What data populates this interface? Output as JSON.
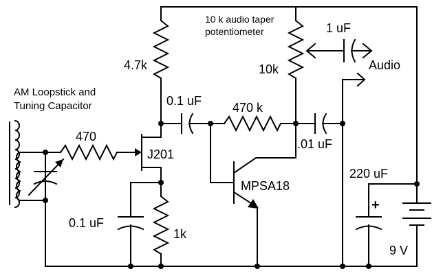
{
  "labels": {
    "pot_desc_1": "10 k audio taper",
    "pot_desc_2": "potentiometer",
    "r_4k7": "4.7k",
    "r_pot": "10k",
    "c_out": "1 uF",
    "audio": "Audio",
    "antenna_1": "AM Loopstick and",
    "antenna_2": "Tuning Capacitor",
    "c_couple": "0.1 uF",
    "r_470k": "470 k",
    "r_470": "470",
    "fet": "J201",
    "c_01": ".01 uF",
    "c_220": "220 uF",
    "bjt": "MPSA18",
    "c_source": "0.1 uF",
    "r_1k": "1k",
    "battery": "9 V",
    "plus": "+"
  }
}
